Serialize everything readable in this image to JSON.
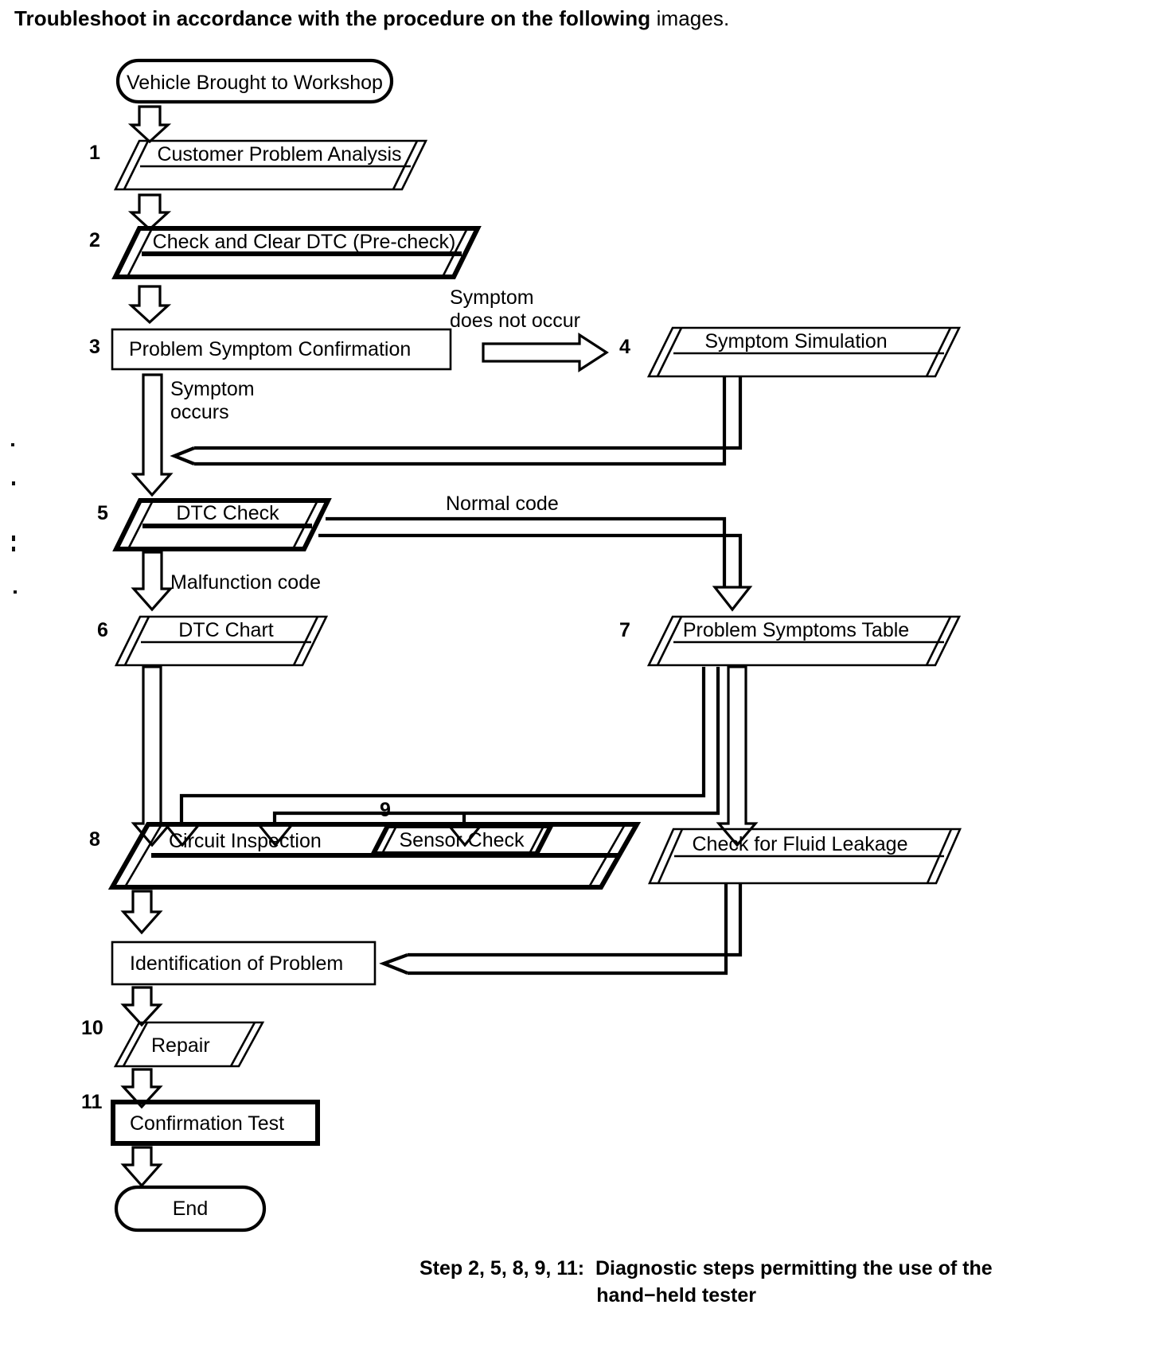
{
  "intro": {
    "lead": "Troubleshoot in accordance with the procedure on the following ",
    "tail": "images."
  },
  "diagram": {
    "type": "flowchart",
    "title": "Troubleshooting Procedure Flowchart",
    "nodes": [
      {
        "id": "start",
        "step": "",
        "label": "Vehicle Brought to Workshop",
        "shape": "rounded-terminator"
      },
      {
        "id": "n1",
        "step": "1",
        "label": "Customer Problem Analysis",
        "shape": "parallelogram-3d"
      },
      {
        "id": "n2",
        "step": "2",
        "label": "Check and Clear DTC (Pre-check)",
        "shape": "parallelogram-3d-bold"
      },
      {
        "id": "n3",
        "step": "3",
        "label": "Problem Symptom Confirmation",
        "shape": "rectangle"
      },
      {
        "id": "n4",
        "step": "4",
        "label": "Symptom Simulation",
        "shape": "parallelogram-3d"
      },
      {
        "id": "n5",
        "step": "5",
        "label": "DTC Check",
        "shape": "parallelogram-3d-bold"
      },
      {
        "id": "n6",
        "step": "6",
        "label": "DTC Chart",
        "shape": "parallelogram-3d"
      },
      {
        "id": "n7",
        "step": "7",
        "label": "Problem Symptoms Table",
        "shape": "parallelogram-3d"
      },
      {
        "id": "n8",
        "step": "8",
        "label": "Circuit Inspection",
        "shape": "parallelogram-3d-bold"
      },
      {
        "id": "n9",
        "step": "9",
        "label": "Sensor Check",
        "shape": "parallelogram-3d-bold"
      },
      {
        "id": "nleak",
        "step": "",
        "label": "Check for Fluid Leakage",
        "shape": "parallelogram-3d"
      },
      {
        "id": "nident",
        "step": "",
        "label": "Identification of Problem",
        "shape": "rectangle"
      },
      {
        "id": "n10",
        "step": "10",
        "label": "Repair",
        "shape": "parallelogram-3d"
      },
      {
        "id": "n11",
        "step": "11",
        "label": "Confirmation Test",
        "shape": "rectangle-bold"
      },
      {
        "id": "end",
        "step": "",
        "label": "End",
        "shape": "rounded-terminator"
      }
    ],
    "edge_labels": {
      "symptom_not_occur_l1": "Symptom",
      "symptom_not_occur_l2": "does not occur",
      "symptom_occurs_l1": "Symptom",
      "symptom_occurs_l2": "occurs",
      "normal_code": "Normal code",
      "malfunction_code": "Malfunction code"
    },
    "step_numbers": {
      "s1": "1",
      "s2": "2",
      "s3": "3",
      "s4": "4",
      "s5": "5",
      "s6": "6",
      "s7": "7",
      "s8": "8",
      "s9": "9",
      "s10": "10",
      "s11": "11"
    }
  },
  "footnote": {
    "line1": "Step 2, 5, 8, 9, 11:  Diagnostic steps permitting the use of the",
    "line2": "                                hand−held tester"
  }
}
